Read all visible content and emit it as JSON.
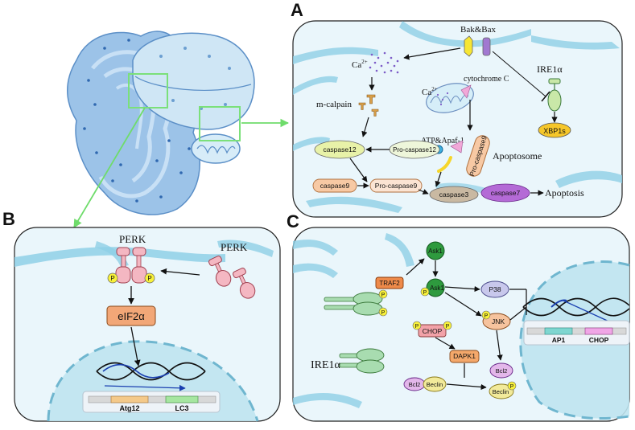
{
  "panels": {
    "a": {
      "letter": "A"
    },
    "b": {
      "letter": "B"
    },
    "c": {
      "letter": "C"
    }
  },
  "panel_a": {
    "bak_bax": "Bak&Bax",
    "ire1a": "IRE1α",
    "ca_main": "Ca",
    "ca_sup": "2+",
    "ca_mito": "Ca",
    "ca_mito_sup": "2+",
    "cytochrome_c": "cytochrome C",
    "m_calpain": "m-calpain",
    "xbp1s": "XBP1s",
    "atp_apaf": "ATP&Apaf-1",
    "pro_caspase9_vertical": "Pro-caspase9",
    "apoptosome": "Apoptosome",
    "caspase12": "caspase12",
    "pro_caspase12": "Pro-caspase12",
    "caspase9": "caspase9",
    "pro_caspase9": "Pro-caspase9",
    "caspase3": "caspase3",
    "caspase7": "caspase7",
    "apoptosis": "Apoptosis"
  },
  "panel_b": {
    "perk_active": "PERK",
    "perk_inactive": "PERK",
    "p_left": "P",
    "p_right": "P",
    "eif2a": "eIF2α",
    "atg12": "Atg12",
    "lc3": "LC3"
  },
  "panel_c": {
    "ask1_top": "Ask1",
    "ask1_mid": "Ask1",
    "traf2": "TRAF2",
    "p38": "P38",
    "jnk": "JNK",
    "chop_protein": "CHOP",
    "dapk1": "DAPK1",
    "bcl2_left": "Bcl2",
    "beclin_left": "Beclin",
    "bcl2_right": "Bcl2",
    "beclin_right": "Beclin",
    "ire1a": "IRE1α",
    "ap1": "AP1",
    "chop_gene": "CHOP",
    "p_marker": "P"
  },
  "colors": {
    "panel_bg": "#eaf6fb",
    "er_blue": "#8fd0e6",
    "nucleus_blue": "#bfe4f0",
    "caspase_orange": "#f7c9a4",
    "caspase_green": "#e8f2a8",
    "caspase3_tan": "#c9b9a2",
    "caspase7_purple": "#b46ad6",
    "xbp1s_yellow": "#f6c72a",
    "eif2a_orange": "#f2a777",
    "perk_pink": "#f4b7c2",
    "ire_green": "#a8dcb0",
    "ask_green": "#2e9a3e",
    "phospho_yellow": "#f8f13a",
    "jnk_orange": "#f6c39e",
    "p38_lavender": "#c8c8ec",
    "dapk_orange": "#f4a86b",
    "bcl2_purple": "#e3b7ea",
    "beclin_yellow": "#f2ea9a",
    "traf_orange": "#ee8a4a",
    "chop_pink": "#f2a2a8",
    "arrow_green": "#7be07a"
  }
}
